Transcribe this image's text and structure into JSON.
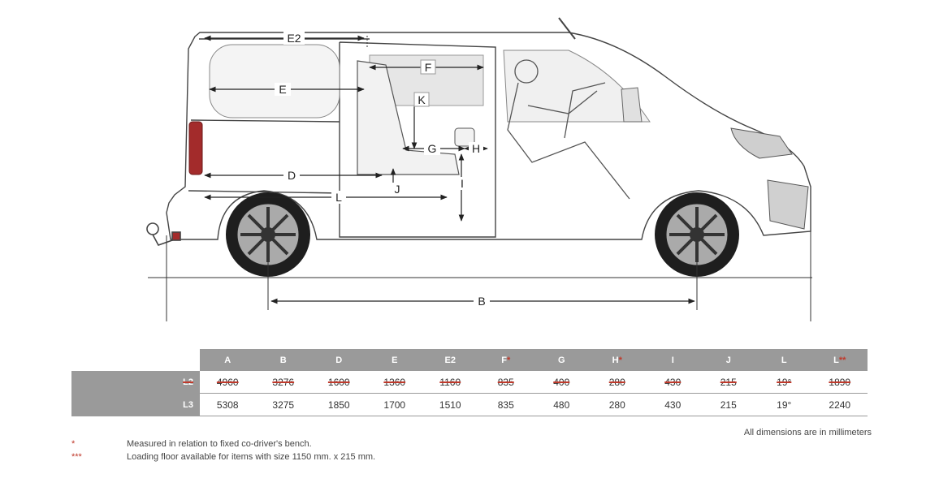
{
  "diagram": {
    "labels": {
      "E2": "E2",
      "E": "E",
      "F": "F",
      "K": "K",
      "G": "G",
      "H": "H",
      "D": "D",
      "J": "J",
      "I": "I",
      "L": "L",
      "B": "B"
    }
  },
  "table": {
    "headers": [
      {
        "text": "A",
        "mark": ""
      },
      {
        "text": "B",
        "mark": ""
      },
      {
        "text": "D",
        "mark": ""
      },
      {
        "text": "E",
        "mark": ""
      },
      {
        "text": "E2",
        "mark": ""
      },
      {
        "text": "F",
        "mark": "*"
      },
      {
        "text": "G",
        "mark": ""
      },
      {
        "text": "H",
        "mark": "*"
      },
      {
        "text": "I",
        "mark": ""
      },
      {
        "text": "J",
        "mark": ""
      },
      {
        "text": "L",
        "mark": ""
      },
      {
        "text": "L",
        "mark": "**"
      }
    ],
    "rows": [
      {
        "label": "L2",
        "struck": true,
        "values": [
          "4960",
          "3276",
          "1600",
          "1360",
          "1160",
          "835",
          "400",
          "280",
          "430",
          "215",
          "19°",
          "1890"
        ]
      },
      {
        "label": "L3",
        "struck": false,
        "values": [
          "5308",
          "3275",
          "1850",
          "1700",
          "1510",
          "835",
          "480",
          "280",
          "430",
          "215",
          "19°",
          "2240"
        ]
      }
    ]
  },
  "note": "All dimensions are in millimeters",
  "footnotes": [
    {
      "mark": "*",
      "text": "Measured in relation to fixed co-driver's bench."
    },
    {
      "mark": "***",
      "text": "Loading floor available for items with size 1150 mm. x 215 mm."
    }
  ],
  "colors": {
    "header_bg": "#9a9a9a",
    "strike_red": "#c0392b"
  }
}
